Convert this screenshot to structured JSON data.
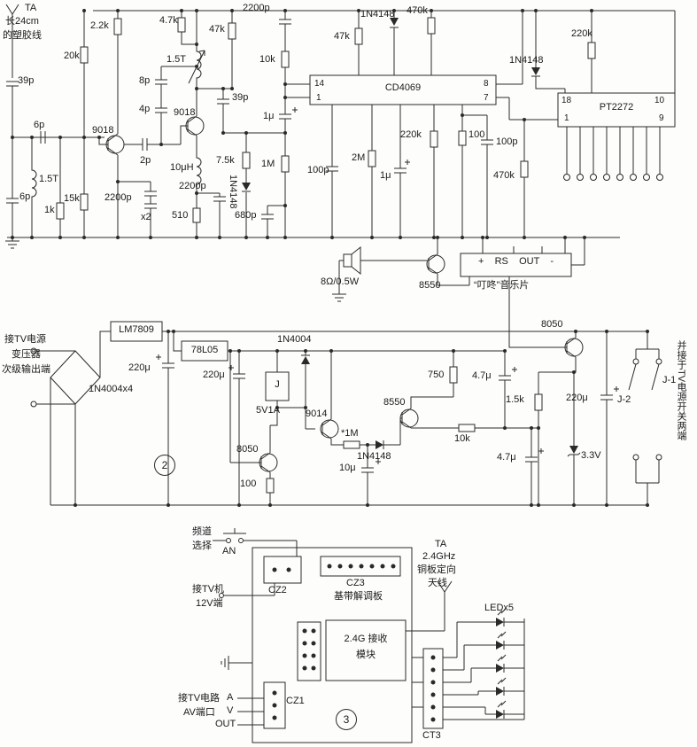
{
  "s1": {
    "ta": "TA",
    "ant1": "长24cm",
    "ant2": "的塑胶线",
    "c39p_a": "39p",
    "c6p_a": "6p",
    "l15t_a": "1.5T",
    "c6p_b": "6p",
    "r1k": "1k",
    "r15k": "15k",
    "r20k": "20k",
    "r22k": "2.2k",
    "q9018_a": "9018",
    "c2p": "2p",
    "c2200p_x2": "2200p",
    "x2": "x2",
    "c4p": "4p",
    "c8p": "8p",
    "l15t_b": "1.5T",
    "q9018_b": "9018",
    "l10uh": "10μH",
    "r510": "510",
    "c2200p_b": "2200p",
    "c39p_b": "39p",
    "r47k_a": "4.7k",
    "r47k_b": "47k",
    "r75k": "7.5k",
    "d4148_a": "1N4148",
    "c2200p_c": "2200p",
    "r10k": "10k",
    "c1u_a": "1μ",
    "r1m": "1M",
    "c680p": "680p",
    "ic1": "CD4069",
    "p14": "14",
    "p1a": "1",
    "p8": "8",
    "p7": "7",
    "r47k_c": "47k",
    "d4148_b": "1N4148",
    "r470k_a": "470k",
    "c100p_a": "100p",
    "r2m": "2M",
    "c1u_b": "1μ",
    "r220k_a": "220k",
    "r100_a": "100",
    "c100p_b": "100p",
    "d4148_c": "1N4148",
    "r220k_b": "220k",
    "ic2": "PT2272",
    "p18": "18",
    "p1b": "1",
    "p10": "10",
    "p9": "9",
    "r470k_b": "470k",
    "spk": "8Ω/0.5W",
    "q8550_a": "8550",
    "music_pins": "+    RS    OUT    -",
    "music_name": "“叮咚”音乐片"
  },
  "s2": {
    "in1": "接TV电源",
    "in2": "变压器",
    "in3": "次级输出端",
    "bridge": "1N4004x4",
    "reg1": "LM7809",
    "c220u_a": "220μ",
    "reg2": "78L05",
    "c220u_b": "220μ",
    "d4004": "1N4004",
    "relay": "J",
    "fuse": "5V1A",
    "q9014": "9014",
    "r1m_b": "*1M",
    "q8550_b": "8550",
    "d4148_d": "1N4148",
    "r750": "750",
    "r10k_b": "10k",
    "c47u_a": "4.7μ",
    "r15k_b": "1.5k",
    "q8050_a": "8050",
    "c220u_c": "220μ",
    "note": "并接于TV电源开关两端",
    "j2": "J-2",
    "j1": "J-1",
    "q8050_b": "8050",
    "r100_b": "100",
    "c10u": "10μ",
    "c47u_b": "4.7μ",
    "zener": "3.3V",
    "badge2": "2"
  },
  "s3": {
    "ch1": "频道",
    "ch2": "选择",
    "an": "AN",
    "tv1": "接TV机",
    "tv2": "12V端",
    "cz2": "CZ2",
    "cz3": "CZ3",
    "board": "基带解调板",
    "ta1": "TA",
    "ta2": "2.4GHz",
    "ta3": "铜板定向",
    "ta4": "天线",
    "mod1": "2.4G 接收",
    "mod2": "模块",
    "led": "LEDx5",
    "av1": "接TV电路",
    "av2": "AV端口",
    "pa": "A",
    "pv": "V",
    "pout": "OUT",
    "cz1": "CZ1",
    "ct3": "CT3",
    "badge3": "3"
  }
}
